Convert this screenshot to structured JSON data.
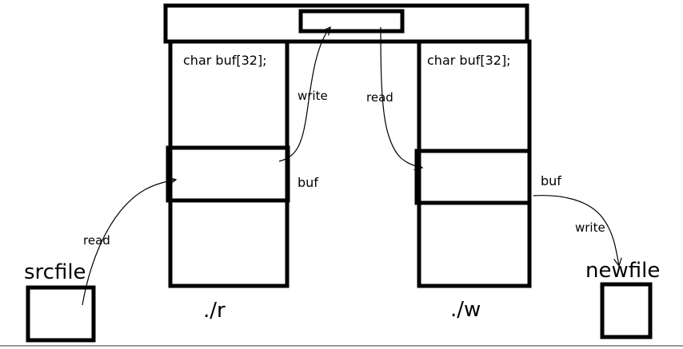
{
  "left_process": {
    "declaration": "char buf[32];",
    "buffer_label": "buf",
    "name": "./r",
    "read_arrow_label": "read",
    "write_arrow_label": "write"
  },
  "right_process": {
    "declaration": "char buf[32];",
    "buffer_label": "buf",
    "name": "./w",
    "read_arrow_label": "read",
    "write_arrow_label": "write"
  },
  "source_file": {
    "label": "srcfile"
  },
  "destination_file": {
    "label": "newfile"
  }
}
